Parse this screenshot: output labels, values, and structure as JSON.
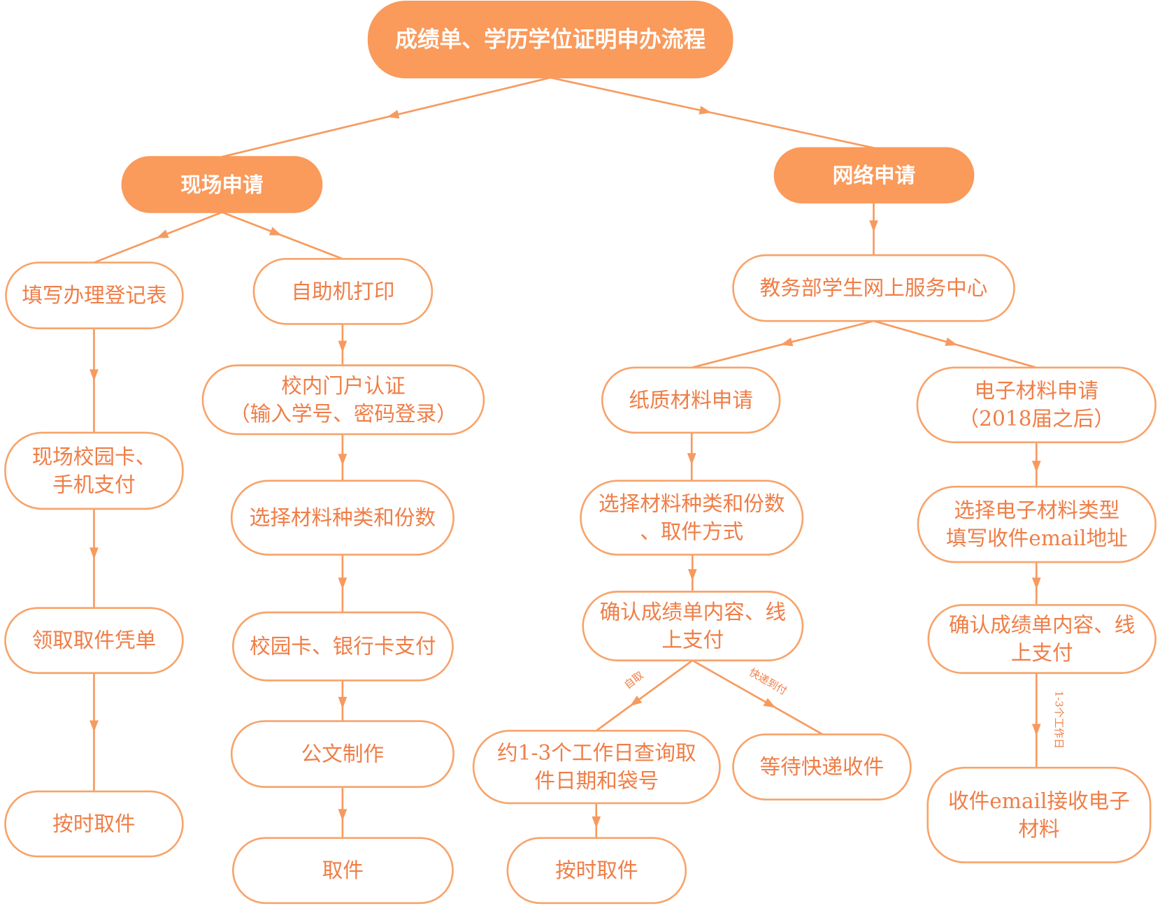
{
  "title": [
    "成绩单、学历学位证明申办流程"
  ],
  "onsite": {
    "header": [
      "现场申请"
    ],
    "form_branch": [
      [
        "填写办理登记表"
      ],
      [
        "现场校园卡、",
        "手机支付"
      ],
      [
        "领取取件凭单"
      ],
      [
        "按时取件"
      ]
    ],
    "kiosk_branch": [
      [
        "自助机打印"
      ],
      [
        "校内门户认证",
        "（输入学号、密码登录）"
      ],
      [
        "选择材料种类和份数"
      ],
      [
        "校园卡、银行卡支付"
      ],
      [
        "公文制作"
      ],
      [
        "取件"
      ]
    ]
  },
  "online": {
    "header": [
      "网络申请"
    ],
    "center": [
      "教务部学生网上服务中心"
    ],
    "paper_branch": [
      [
        "纸质材料申请"
      ],
      [
        "选择材料种类和份数",
        "、取件方式"
      ],
      [
        "确认成绩单内容、线",
        "上支付"
      ],
      [
        "约1-3个工作日查询取",
        "件日期和袋号"
      ],
      [
        "按时取件"
      ],
      [
        "等待快递收件"
      ]
    ],
    "electronic_branch": [
      [
        "电子材料申请",
        "（2018届之后）"
      ],
      [
        "选择电子材料类型",
        "填写收件email地址"
      ],
      [
        "确认成绩单内容、线",
        "上支付"
      ],
      [
        "收件email接收电子",
        "材料"
      ]
    ]
  },
  "edge_labels": {
    "self_pickup": "自取",
    "express_cod": "快递到付",
    "working_days": "1-3个工作日"
  },
  "colors": {
    "accent": "#FA9A5B",
    "stroke": "#F7A46B",
    "text": "#EF7E47"
  }
}
